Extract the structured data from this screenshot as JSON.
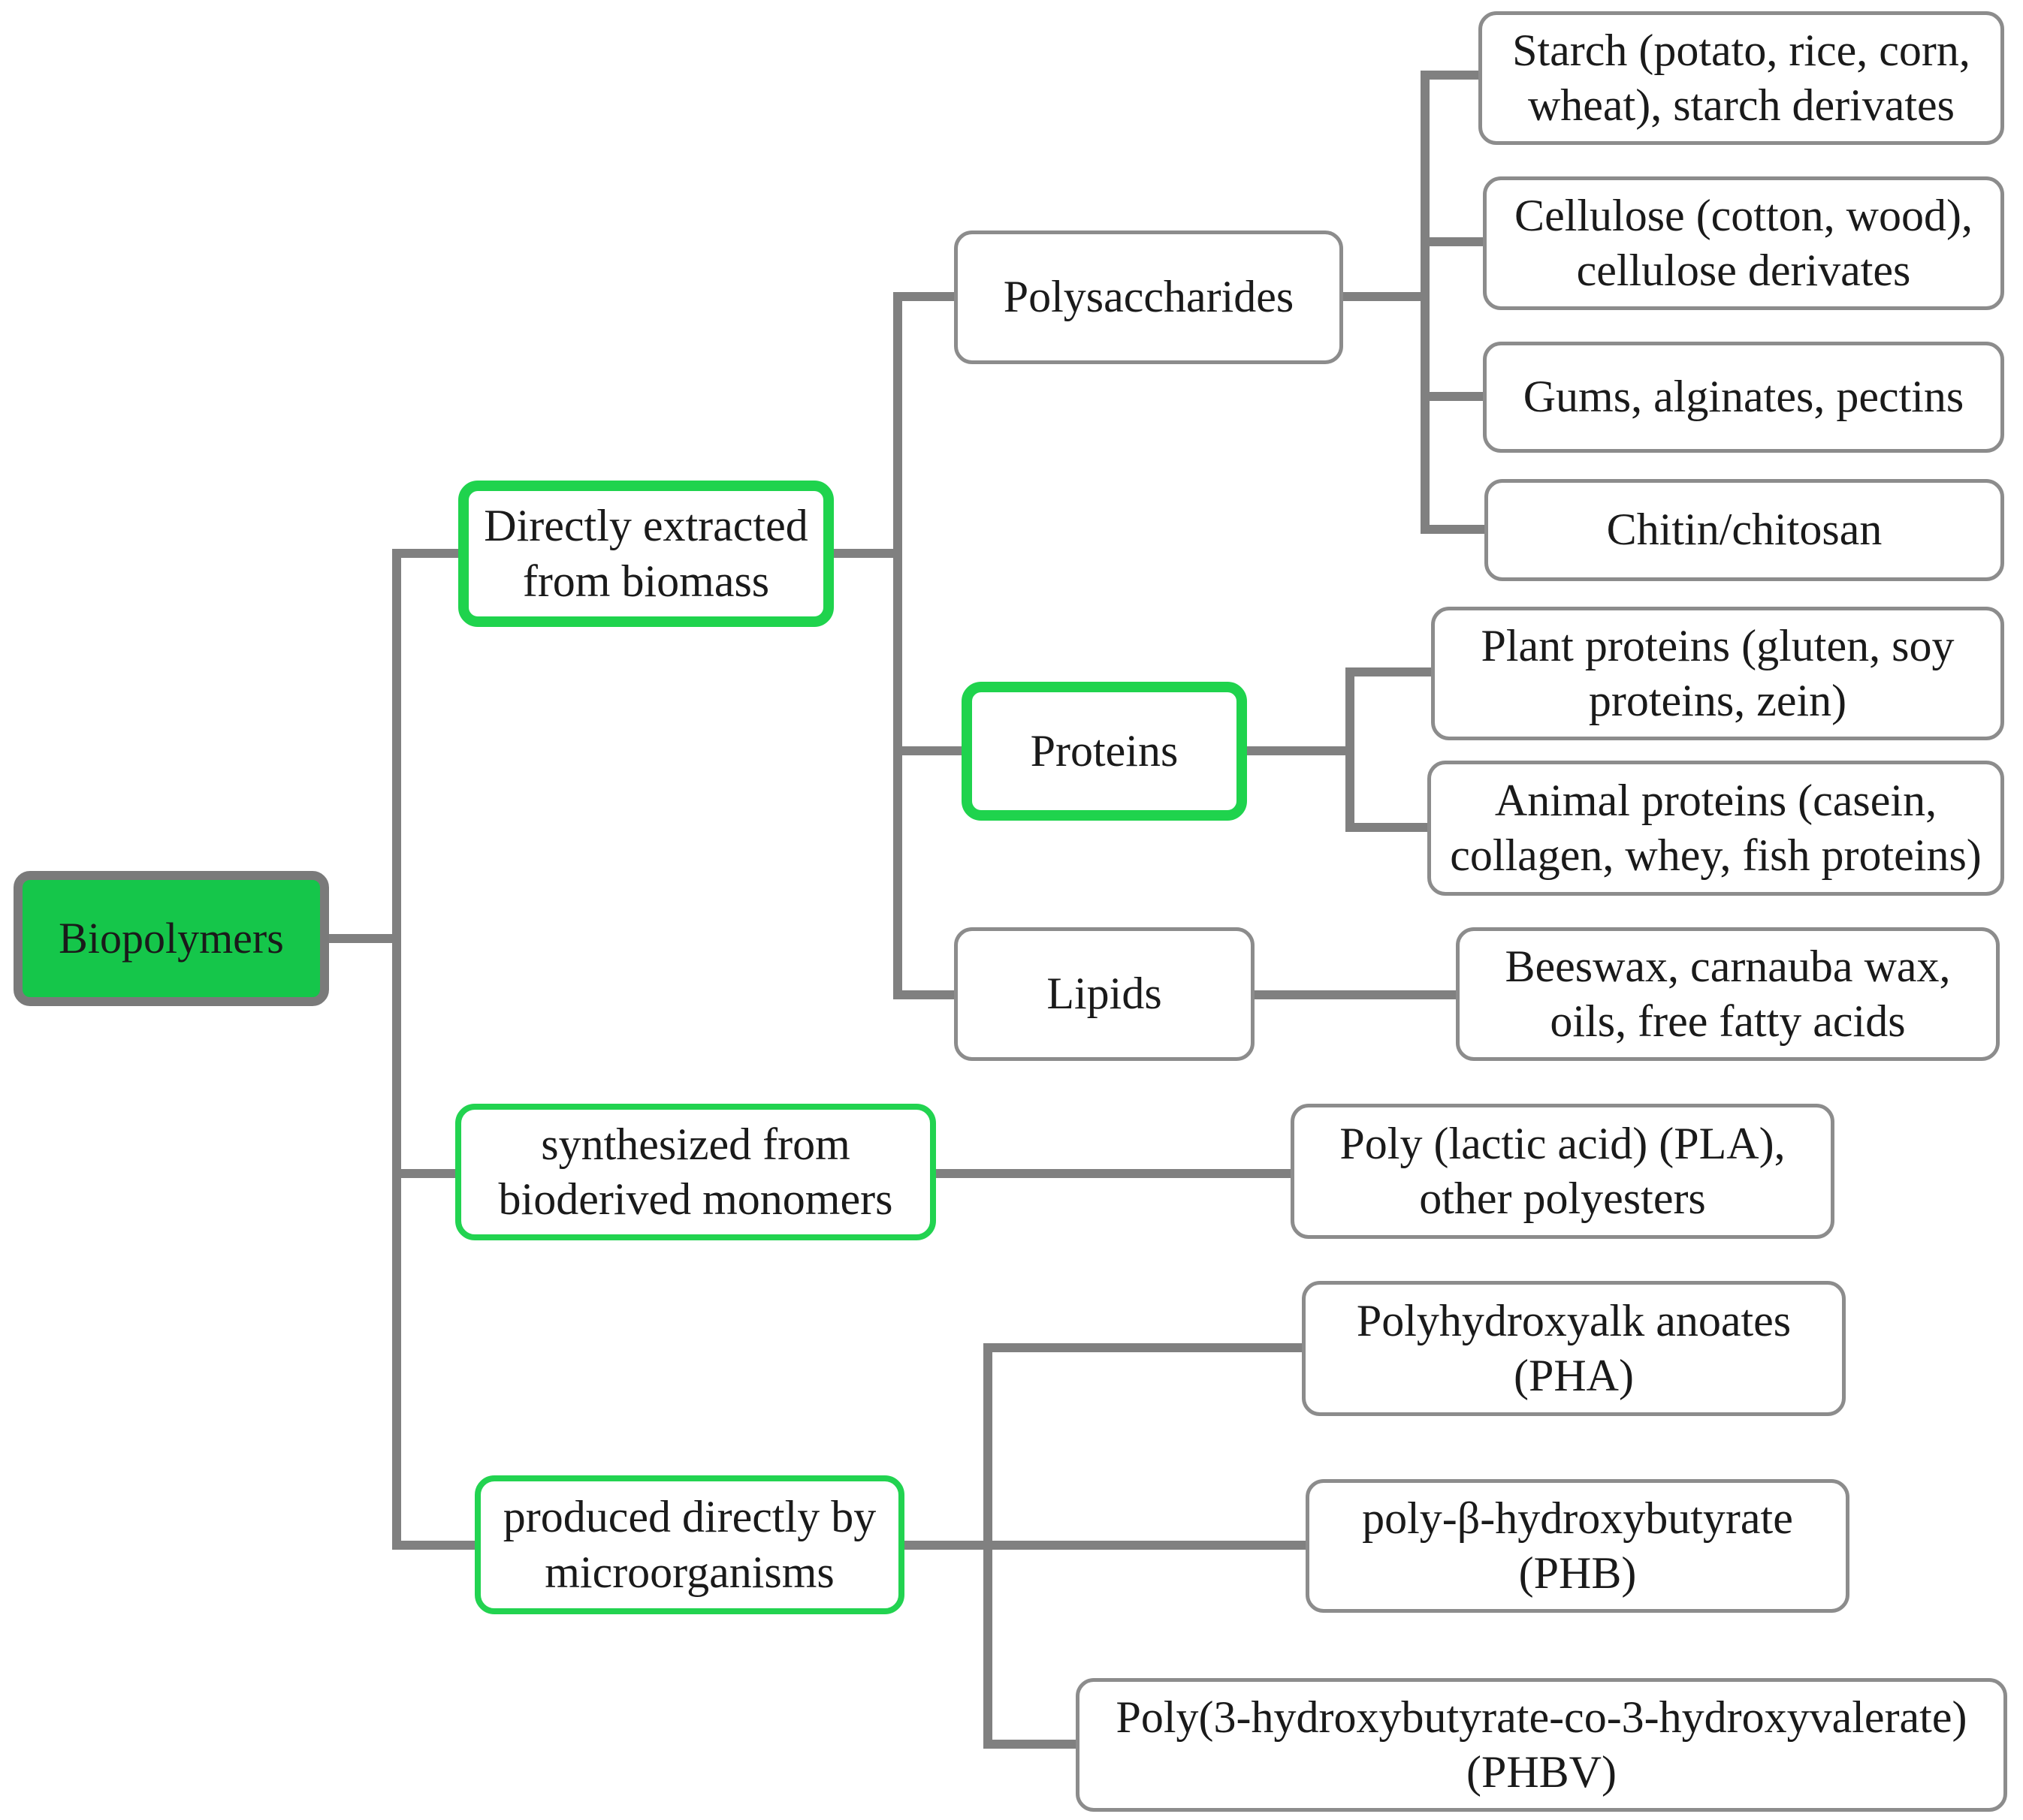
{
  "diagram": {
    "root": {
      "label": "Biopolymers"
    },
    "categories": {
      "extracted": {
        "label": "Directly extracted from biomass"
      },
      "synthesized": {
        "label": "synthesized from bioderived monomers"
      },
      "microorganisms": {
        "label": "produced directly by microorganisms"
      }
    },
    "subcategories": {
      "polysaccharides": {
        "label": "Polysaccharides"
      },
      "proteins": {
        "label": "Proteins"
      },
      "lipids": {
        "label": "Lipids"
      }
    },
    "leaves": {
      "starch": {
        "label": "Starch (potato, rice, corn, wheat), starch derivates"
      },
      "cellulose": {
        "label": "Cellulose (cotton, wood), cellulose derivates"
      },
      "gums": {
        "label": "Gums, alginates, pectins"
      },
      "chitin": {
        "label": "Chitin/chitosan"
      },
      "plant_proteins": {
        "label": "Plant proteins (gluten, soy proteins, zein)"
      },
      "animal_proteins": {
        "label": "Animal proteins (casein, collagen, whey, fish proteins)"
      },
      "lipid_examples": {
        "label": "Beeswax, carnauba wax, oils, free fatty acids"
      },
      "pla": {
        "label": "Poly (lactic acid) (PLA), other polyesters"
      },
      "pha": {
        "label": "Polyhydroxyalk anoates (PHA)"
      },
      "phb": {
        "label": "poly-β-hydroxybutyrate (PHB)"
      },
      "phbv": {
        "label": "Poly(3-hydroxybutyrate-co-3-hydroxyvalerate) (PHBV)"
      }
    },
    "colors": {
      "connector": "#808080",
      "root_fill": "#15c64a",
      "root_border": "#7a7a7a",
      "highlight_border": "#1fd34d",
      "node_border": "#8c8c8c"
    }
  }
}
